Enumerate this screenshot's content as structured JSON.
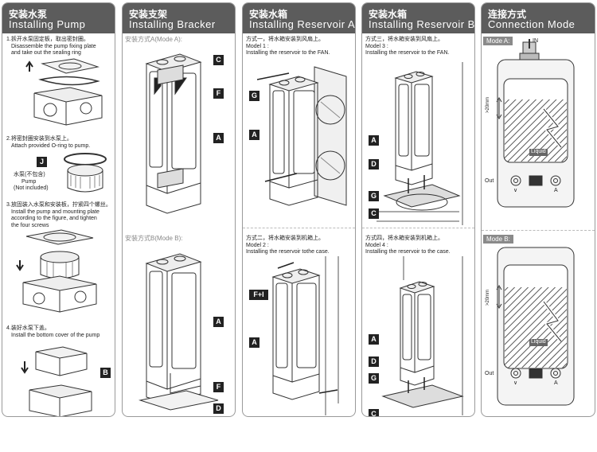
{
  "panels": [
    {
      "title_cn": "安装水泵",
      "title_en": "Installing Pump"
    },
    {
      "title_cn": "安装支架",
      "title_en": "Installing Bracker"
    },
    {
      "title_cn": "安装水箱",
      "title_en": "Installing Reservoir  A"
    },
    {
      "title_cn": "安装水箱",
      "title_en": "Installing Reservoir  B"
    },
    {
      "title_cn": "连接方式",
      "title_en": "Connection Mode"
    }
  ],
  "pump_steps": {
    "s1_cn": "1.拆开水泵固定板，取出密封圈。",
    "s1_en1": "Disassemble the pump fixing plate",
    "s1_en2": "and take out the sealing ring",
    "s2_cn": "2.将密封圈安装到水泵上。",
    "s2_en": "Attach provided O-ring to pump.",
    "pump_cn": "水泵(不包含)",
    "pump_en1": "Pump",
    "pump_en2": "(Not included)",
    "s3_cn": "3.放固装入水泵和安装板，拧紧四个螺丝。",
    "s3_en1": "Install the pump and mounting plate",
    "s3_en2": "according to the figure, and tighten",
    "s3_en3": "the four screws",
    "s4_cn": "4.装好水泵下盖。",
    "s4_en": "Install the bottom cover of the pump"
  },
  "bracket": {
    "mode_a": "安装方式A(Mode  A):",
    "mode_b": "安装方式B(Mode  B):"
  },
  "reservoir_a": {
    "m1_cn": "方式一，将水箱安装到风扇上。",
    "m1_l1": "Model 1 :",
    "m1_l2": "Installing the reservoir to the FAN.",
    "m2_cn": "方式二，将水箱安装到机箱上。",
    "m2_l1": "Model 2 :",
    "m2_l2": "Installing the reservoir tothe case."
  },
  "reservoir_b": {
    "m3_cn": "方式三，将水箱安装到风扇上。",
    "m3_l1": "Model 3 :",
    "m3_l2": "Installing the reservoir to the FAN.",
    "m4_cn": "方式四，将水箱安装到机箱上。",
    "m4_l1": "Model 4 :",
    "m4_l2": "Installing the reservoir to the case."
  },
  "connection": {
    "mode_a": "Mode A:",
    "mode_b": "Mode B:",
    "in": "IN",
    "out": "Out",
    "liquid": "Liquid",
    "min_level": ">20mm",
    "port_a": "A",
    "port_v": "∨"
  },
  "labels": {
    "A": "A",
    "B": "B",
    "C": "C",
    "D": "D",
    "F": "F",
    "G": "G",
    "J": "J",
    "FI": "F+I"
  }
}
